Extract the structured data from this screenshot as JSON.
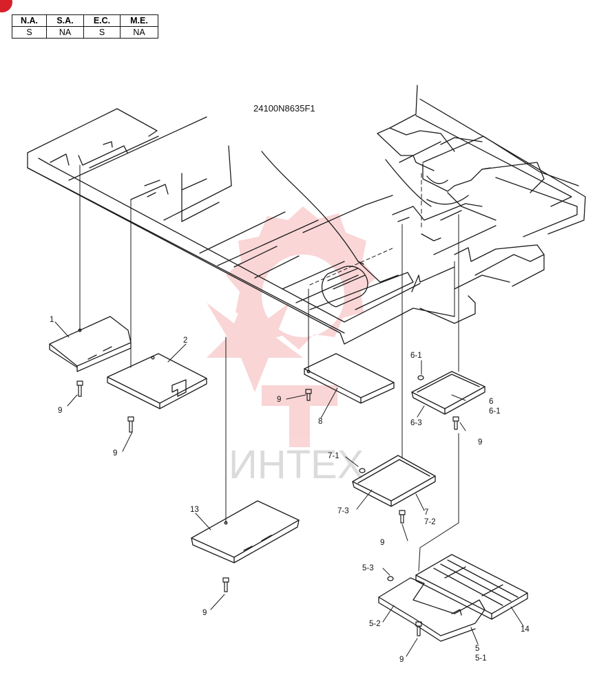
{
  "spec_table": {
    "headers": [
      "N.A.",
      "S.A.",
      "E.C.",
      "M.E."
    ],
    "values": [
      "S",
      "NA",
      "S",
      "NA"
    ]
  },
  "diagram": {
    "drawing_number": "24100N8635F1",
    "watermark_text": "ИНТЕХ",
    "colors": {
      "line": "#1a1a1a",
      "watermark": "#e8444b",
      "badge": "#d8202a"
    },
    "callouts": {
      "p1": "1",
      "p2": "2",
      "p8": "8",
      "p13": "13",
      "p6_1a": "6-1",
      "p6": "6",
      "p6_1b": "6-1",
      "p6_3": "6-3",
      "p7_1": "7-1",
      "p7_3": "7-3",
      "p7": "7",
      "p7_2": "7-2",
      "p5_3": "5-3",
      "p5_2": "5-2",
      "p5": "5",
      "p5_1": "5-1",
      "p14": "14",
      "s9a": "9",
      "s9b": "9",
      "s9c": "9",
      "s9d": "9",
      "s9e": "9",
      "s9f": "9",
      "s9g": "9"
    }
  }
}
